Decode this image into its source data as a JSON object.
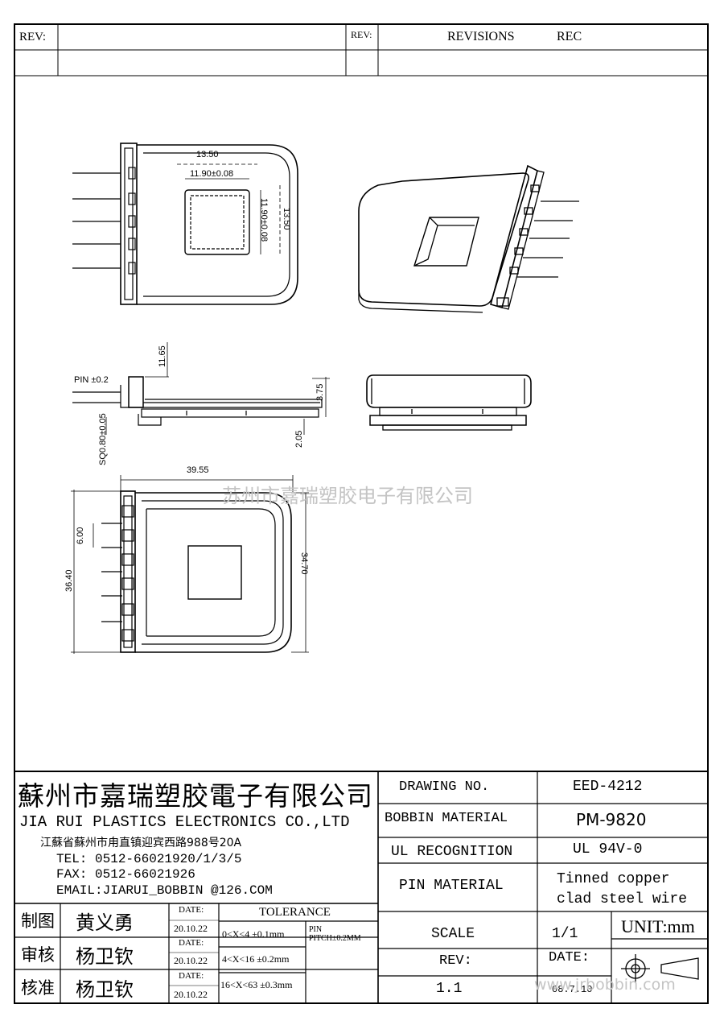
{
  "header": {
    "rev_label_left": "REV:",
    "rev_label_mid": "REV:",
    "revisions": "REVISIONS",
    "rec": "REC"
  },
  "drawing": {
    "dims": {
      "d13_50_top": "13.50",
      "d11_90_top": "11.90±0.08",
      "d11_90_side": "11.90±0.08",
      "d13_50_side": "13.50",
      "d11_65": "11.65",
      "pin": "PIN ",
      "pin_tol": "±0.2",
      "d3_75": "3.75",
      "d0_80": "SQ0.80±0.05",
      "d2_05": "2.05",
      "d39_55": "39.55",
      "d6_00": "6.00",
      "d36_40": "36.40",
      "d34_70": "34.70"
    },
    "watermark": "苏州市嘉瑞塑胶电子有限公司"
  },
  "title_block": {
    "company_cn": "蘇州市嘉瑞塑胶電子有限公司",
    "company_en": "JIA RUI PLASTICS ELECTRONICS CO.,LTD",
    "address": "江蘇省蘇州市甪直镇迎宾西路988号20A",
    "tel": "TEL: 0512-66021920/1/3/5",
    "fax": "FAX: 0512-66021926",
    "email": "EMAIL:JIARUI_BOBBIN @126.COM",
    "drawing_no_label": "DRAWING  NO.",
    "drawing_no": "EED-4212",
    "bobbin_material_label": "BOBBIN  MATERIAL",
    "bobbin_material": "PM-9820",
    "ul_label": "UL RECOGNITION",
    "ul_value": "UL 94V-0",
    "pin_material_label": "PIN MATERIAL",
    "pin_material_1": "Tinned copper",
    "pin_material_2": "clad steel wire",
    "scale_label": "SCALE",
    "scale": "1/1",
    "unit": "UNIT:mm",
    "rev_label": "REV:",
    "rev": "1.1",
    "date_label": "DATE:",
    "date": "08.7.10",
    "website": "www.jrbobbin.com",
    "tolerance_label": "TOLERANCE",
    "tol_1": "0<X<4  ±0.1mm",
    "tol_2": "4<X<16 ±0.2mm",
    "tol_3": "16<X<63 ±0.3mm",
    "pin_pitch_1": "PIN",
    "pin_pitch_2": "PITCH±0.2MM",
    "sign": [
      {
        "role": "制图",
        "name": "黄义勇",
        "date_label": "DATE:",
        "date": "20.10.22"
      },
      {
        "role": "审核",
        "name": "杨卫钦",
        "date_label": "DATE:",
        "date": "20.10.22"
      },
      {
        "role": "核准",
        "name": "杨卫钦",
        "date_label": "DATE:",
        "date": "20.10.22"
      }
    ]
  }
}
